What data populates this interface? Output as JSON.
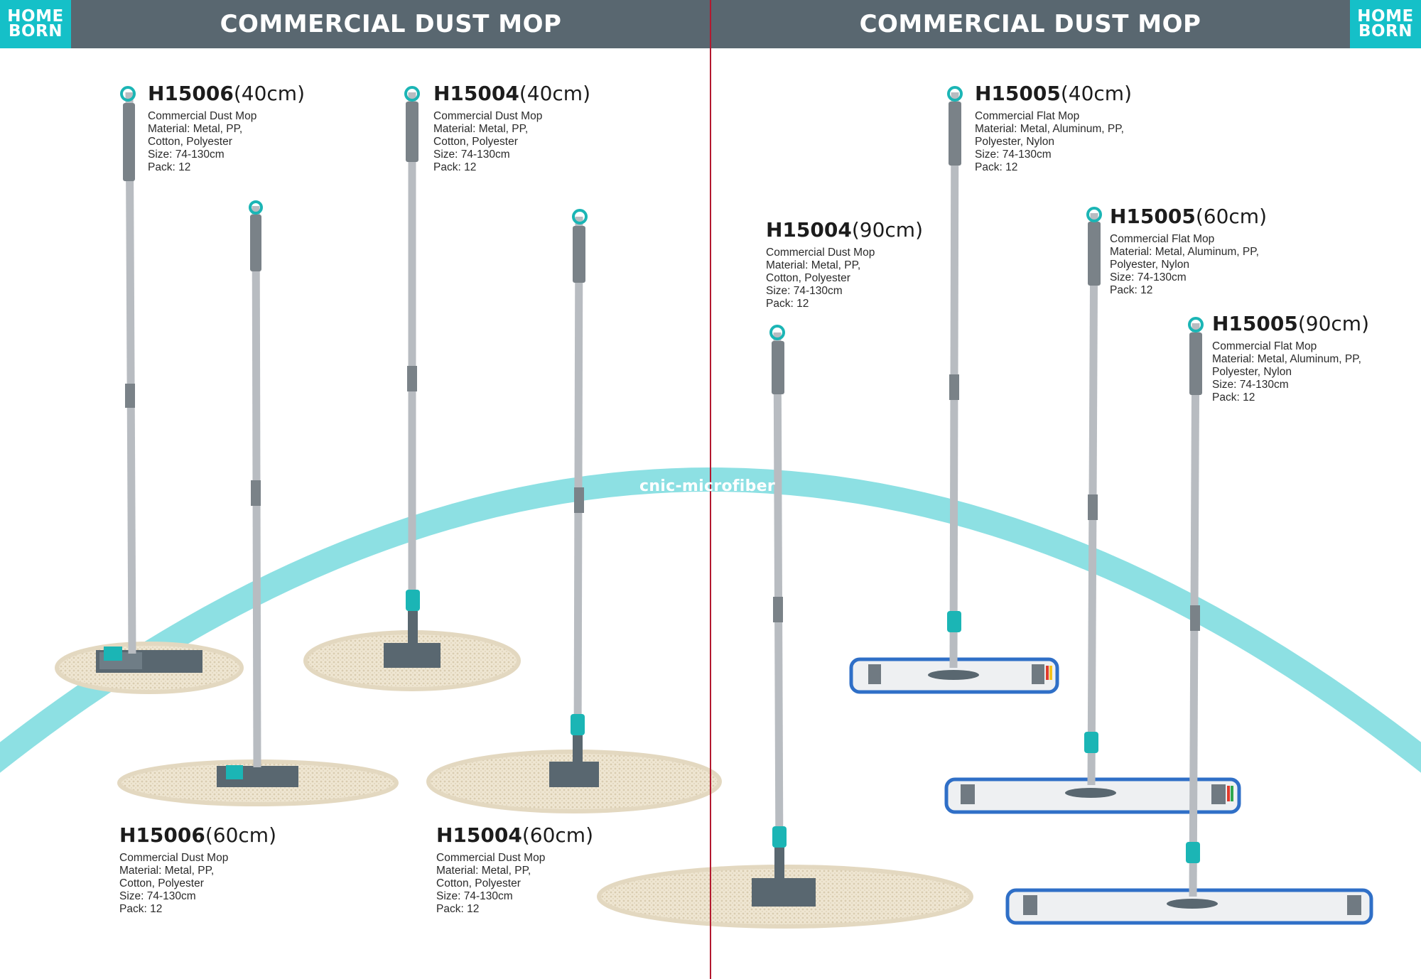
{
  "brand": {
    "logo_line1": "HOME",
    "logo_line2": "BORN"
  },
  "header": {
    "left_title": "COMMERCIAL DUST MOP",
    "right_title": "COMMERCIAL DUST MOP"
  },
  "watermark": "cnic-microfiber",
  "colors": {
    "header_bg": "#596770",
    "logo_bg": "#15c0c8",
    "arc": "#8de0e3",
    "divider": "#b3192f",
    "accent": "#1bb5b5"
  },
  "products": [
    {
      "code": "H15006",
      "size_label": "(40cm)",
      "name": "Commercial Dust Mop",
      "material_line1": "Material:  Metal, PP,",
      "material_line2": "Cotton, Polyester",
      "size": "Size: 74-130cm",
      "pack": "Pack: 12"
    },
    {
      "code": "H15004",
      "size_label": "(40cm)",
      "name": "Commercial Dust Mop",
      "material_line1": "Material:  Metal, PP,",
      "material_line2": "Cotton, Polyester",
      "size": "Size: 74-130cm",
      "pack": "Pack: 12"
    },
    {
      "code": "H15006",
      "size_label": "(60cm)",
      "name": "Commercial Dust Mop",
      "material_line1": "Material:  Metal, PP,",
      "material_line2": "Cotton, Polyester",
      "size": "Size: 74-130cm",
      "pack": "Pack: 12"
    },
    {
      "code": "H15004",
      "size_label": "(60cm)",
      "name": "Commercial Dust Mop",
      "material_line1": "Material:  Metal, PP,",
      "material_line2": "Cotton, Polyester",
      "size": "Size: 74-130cm",
      "pack": "Pack: 12"
    },
    {
      "code": "H15004",
      "size_label": "(90cm)",
      "name": "Commercial Dust Mop",
      "material_line1": "Material:  Metal, PP,",
      "material_line2": "Cotton, Polyester",
      "size": "Size: 74-130cm",
      "pack": "Pack: 12"
    },
    {
      "code": "H15005",
      "size_label": "(40cm)",
      "name": "Commercial Flat Mop",
      "material_line1": "Material:  Metal, Aluminum, PP,",
      "material_line2": "Polyester, Nylon",
      "size": "Size: 74-130cm",
      "pack": "Pack: 12"
    },
    {
      "code": "H15005",
      "size_label": "(60cm)",
      "name": "Commercial Flat Mop",
      "material_line1": "Material:  Metal, Aluminum, PP,",
      "material_line2": "Polyester, Nylon",
      "size": "Size: 74-130cm",
      "pack": "Pack: 12"
    },
    {
      "code": "H15005",
      "size_label": "(90cm)",
      "name": "Commercial Flat Mop",
      "material_line1": "Material:  Metal, Aluminum, PP,",
      "material_line2": "Polyester, Nylon",
      "size": "Size: 74-130cm",
      "pack": "Pack: 12"
    }
  ]
}
